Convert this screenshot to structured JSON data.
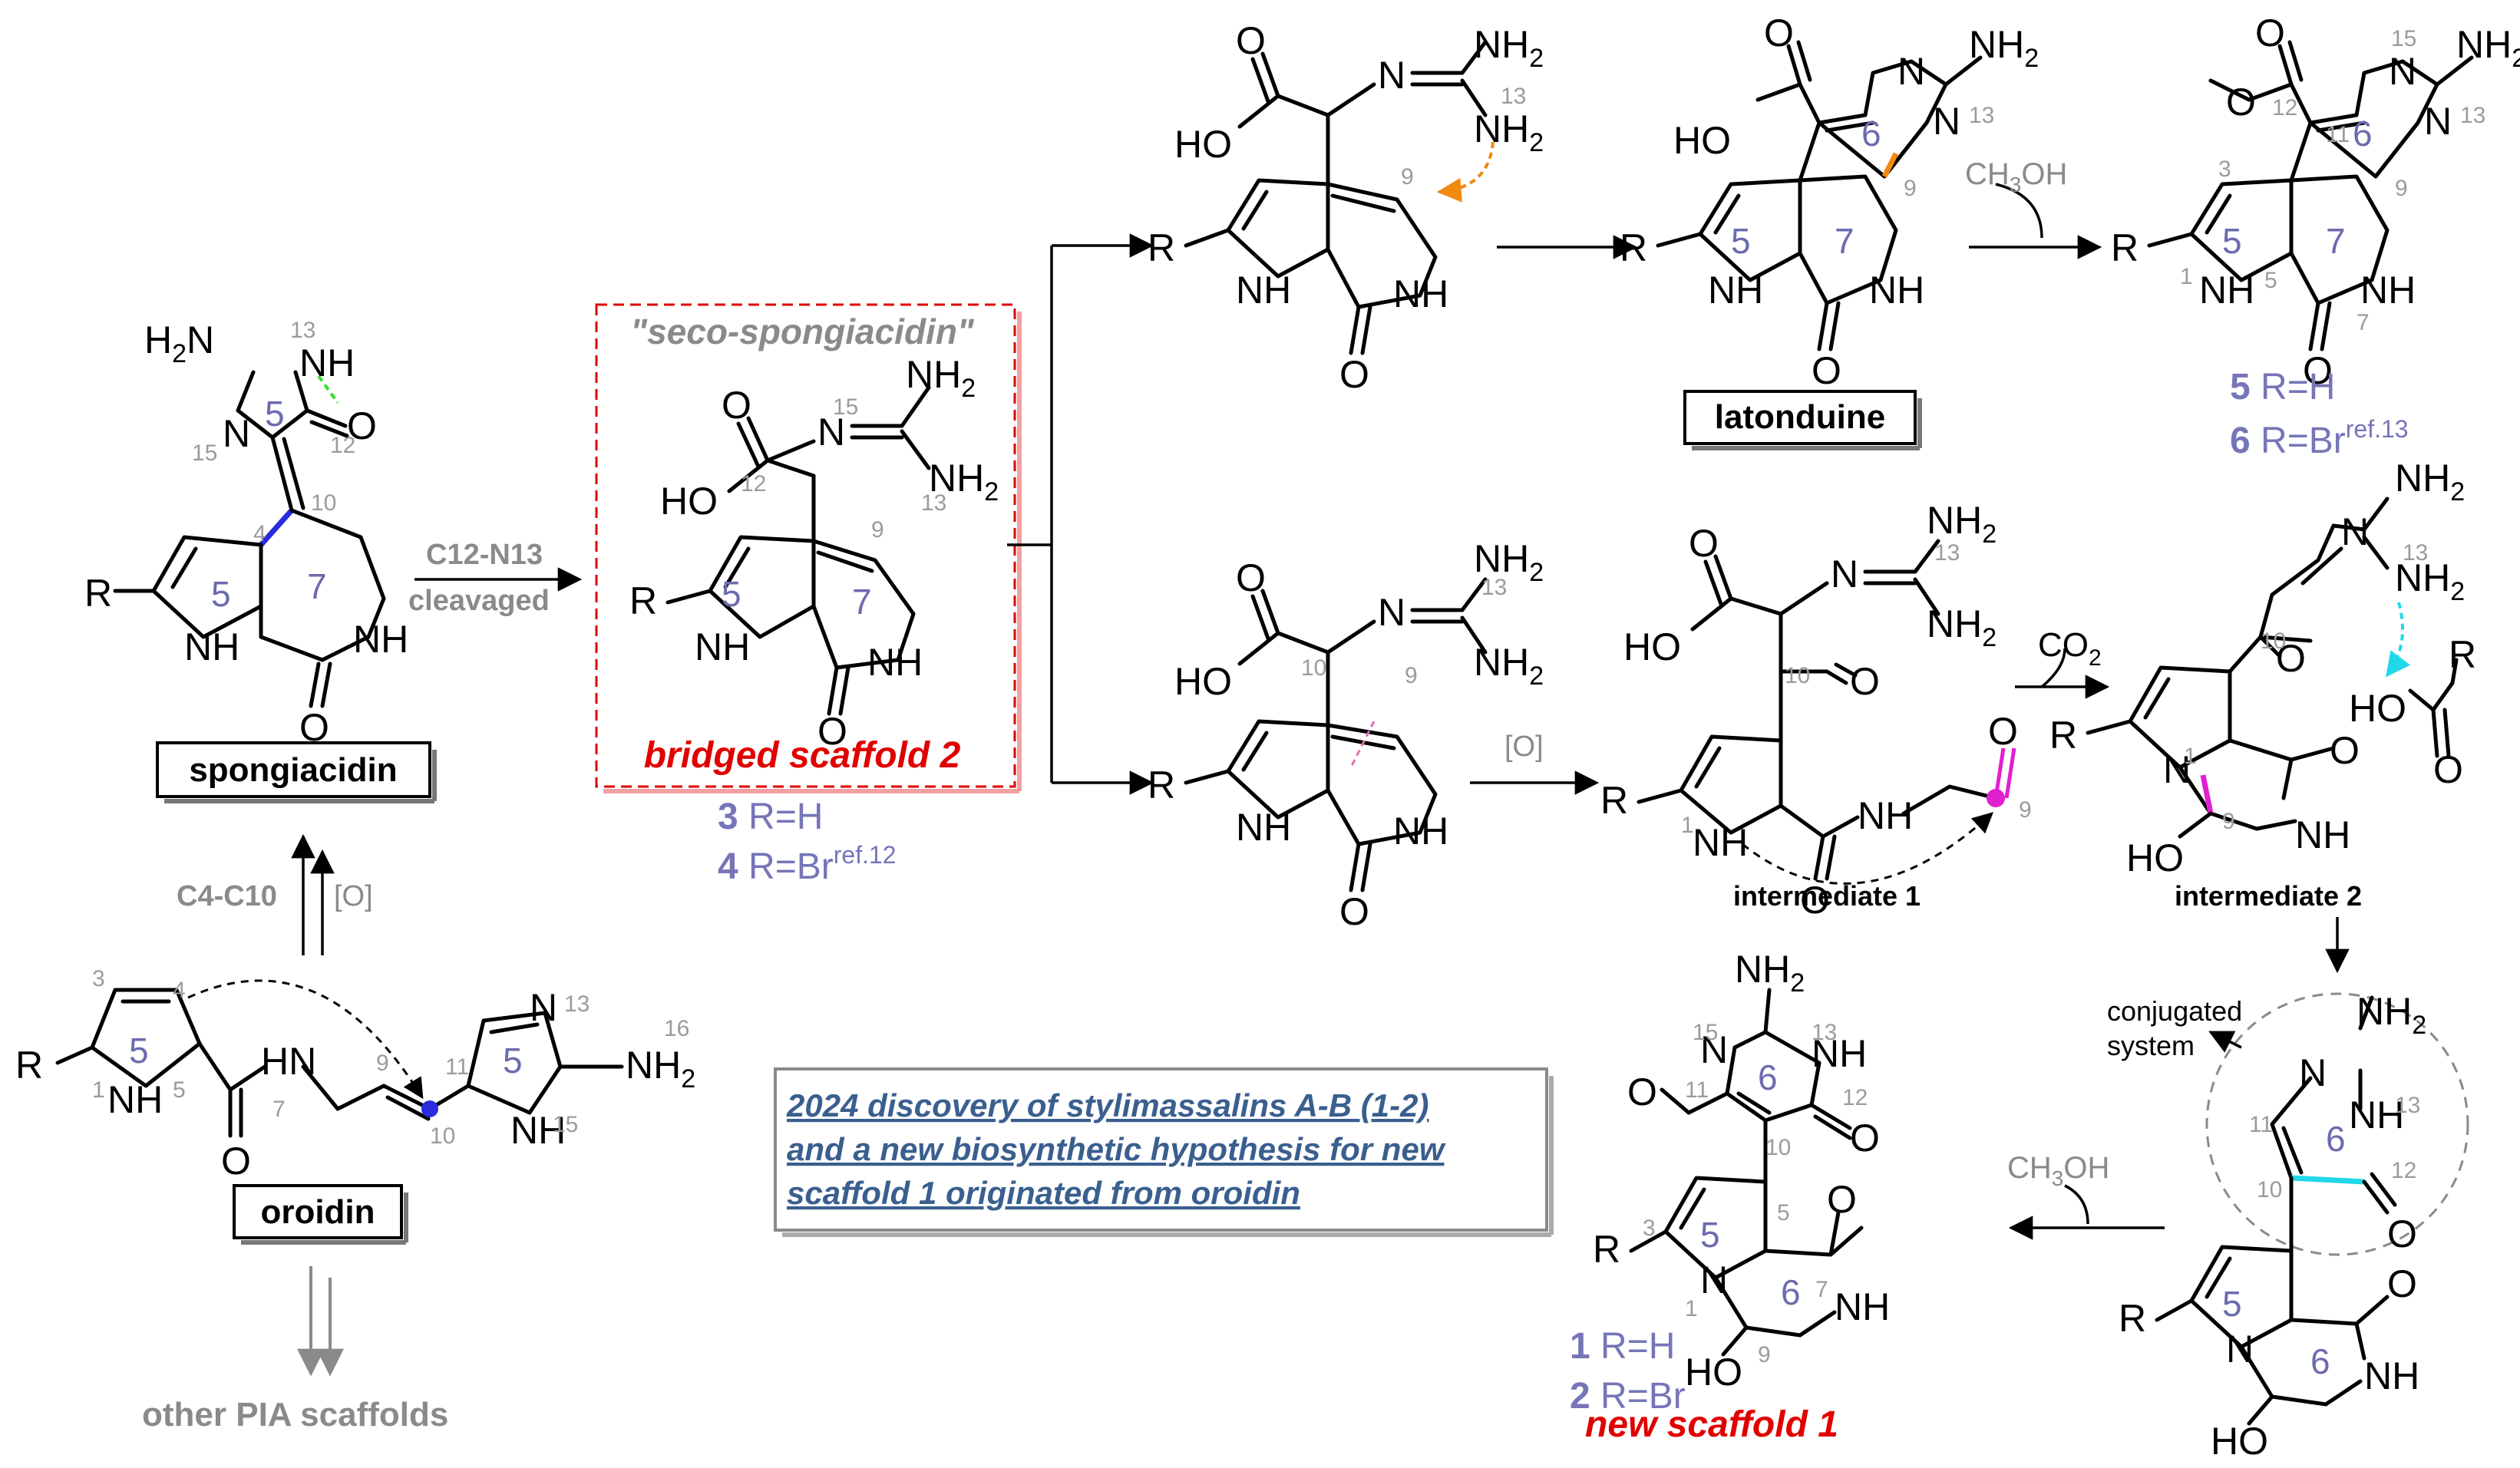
{
  "colors": {
    "ring_label": "#6b6bb0",
    "atom_number": "#9b9b9b",
    "highlight_red": "#e00000",
    "bond_blue": "#2a2adf",
    "bond_orange": "#f08a10",
    "bond_magenta": "#e020d0",
    "bond_cyan": "#20d8e8",
    "bond_green": "#30e030",
    "box_border": "#e00000"
  },
  "atoms": {
    "R": "R",
    "H": "H",
    "N": "N",
    "O": "O",
    "NH": "NH",
    "HN": "HN",
    "NH2": "NH",
    "NH2_sub": "2",
    "H2N": "H",
    "H2N_sub": "2",
    "H2N_tail": "N",
    "HO": "HO",
    "H2": "H",
    "two": "2"
  },
  "ring_labels": {
    "five": "5",
    "six": "6",
    "seven": "7"
  },
  "atom_numbers": {
    "n1": "1",
    "n3": "3",
    "n4": "4",
    "n5": "5",
    "n7": "7",
    "n9": "9",
    "n10": "10",
    "n11": "11",
    "n12": "12",
    "n13": "13",
    "n15": "15",
    "n16": "16"
  },
  "compounds": {
    "spongiacidin": "spongiacidin",
    "oroidin": "oroidin",
    "latonduine": "latonduine",
    "seco_spongiacidin": "\"seco-spongiacidin\"",
    "bridged_scaffold": "bridged scaffold 2",
    "new_scaffold": "new scaffold 1",
    "intermediate1": "intermediate 1",
    "intermediate2": "intermediate 2",
    "other_pia": "other PIA scaffolds"
  },
  "substituents": {
    "c3_num": "3",
    "c3_r": " R=H",
    "c4_num": "4",
    "c4_r": " R=Br",
    "c4_ref": "ref.12",
    "c5_num": "5",
    "c5_r": " R=H",
    "c6_num": "6",
    "c6_r": " R=Br",
    "c6_ref": "ref.13",
    "c1_num": "1",
    "c1_r": " R=H",
    "c2_num": "2",
    "c2_r": " R=Br"
  },
  "arrows": {
    "c12_n13": "C12-N13",
    "cleavaged": "cleavaged",
    "c4_c10": "C4-C10",
    "oxidation": "[O]",
    "ch3oh_a": "CH",
    "ch3oh_sub": "3",
    "ch3oh_b": "OH",
    "co2_a": "CO",
    "co2_sub": "2",
    "conjugated": "conjugated",
    "system": "system"
  },
  "caption": {
    "line1": "2024  discovery of stylimassalins A-B (1-2)",
    "line2": "and a new biosynthetic hypothesis for new",
    "line3": "scaffold 1 originated from oroidin"
  }
}
